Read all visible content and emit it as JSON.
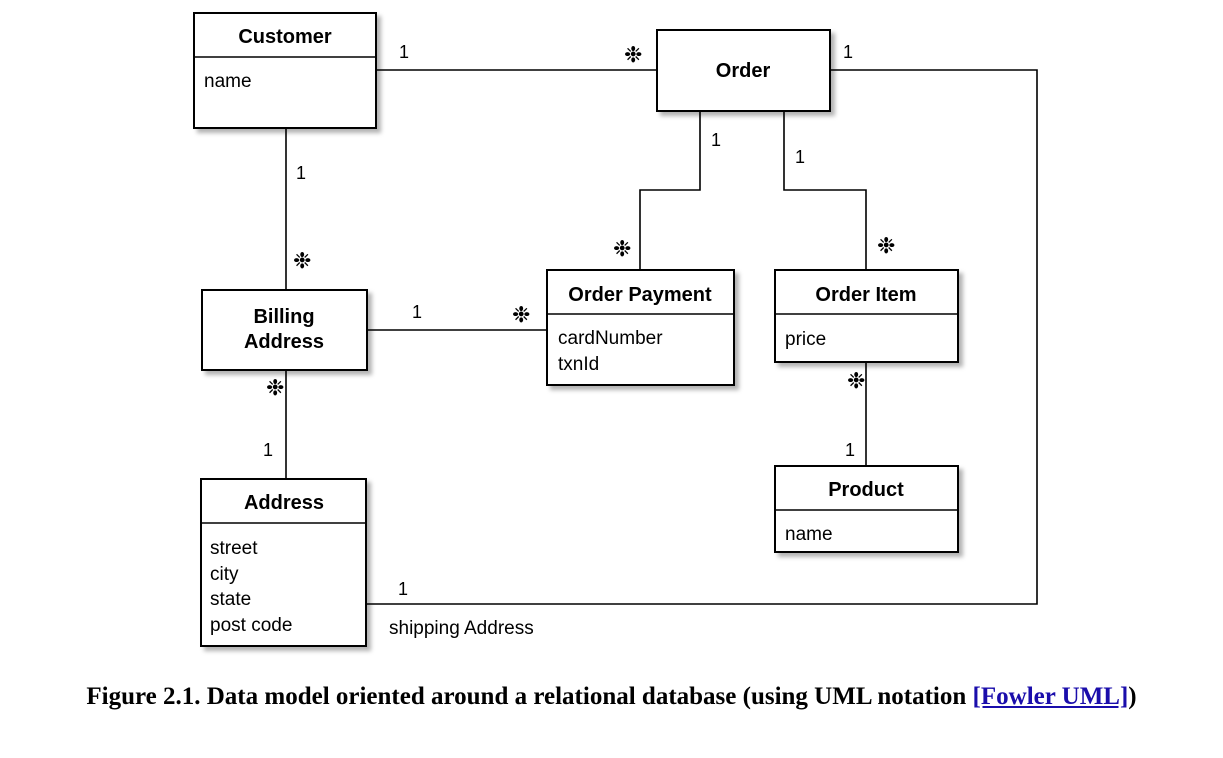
{
  "classes": {
    "customer": {
      "title": "Customer",
      "attributes": [
        "name"
      ]
    },
    "order": {
      "title": "Order"
    },
    "billing_address": {
      "title_lines": [
        "Billing",
        "Address"
      ]
    },
    "order_payment": {
      "title": "Order Payment",
      "attributes": [
        "cardNumber",
        "txnId"
      ]
    },
    "order_item": {
      "title": "Order Item",
      "attributes": [
        "price"
      ]
    },
    "address": {
      "title": "Address",
      "attributes": [
        "street",
        "city",
        "state",
        "post code"
      ]
    },
    "product": {
      "title": "Product",
      "attributes": [
        "name"
      ]
    }
  },
  "associations": {
    "customer_order": {
      "customer_end": "1",
      "order_end": "*"
    },
    "customer_billing": {
      "customer_end": "1",
      "billing_end": "*"
    },
    "order_payment": {
      "order_end": "1",
      "payment_end": "*"
    },
    "order_item": {
      "order_end": "1",
      "item_end": "*"
    },
    "billing_payment": {
      "billing_end": "1",
      "payment_end": "*"
    },
    "billing_address": {
      "billing_end": "*",
      "address_end": "1"
    },
    "item_product": {
      "item_end": "*",
      "product_end": "1"
    },
    "order_shipping": {
      "order_end": "1",
      "address_end": "1",
      "label": "shipping Address"
    }
  },
  "caption": {
    "text": "Figure 2.1. Data model oriented around a relational database (using UML notation ",
    "link": "[Fowler UML]",
    "suffix": ")"
  }
}
